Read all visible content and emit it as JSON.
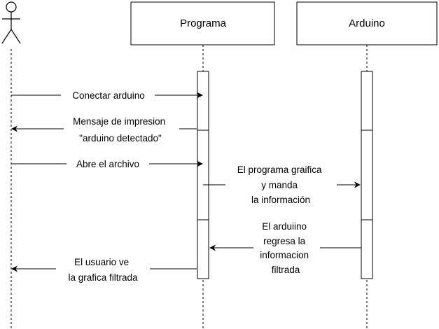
{
  "participants": {
    "programa": "Programa",
    "arduino": "Arduino"
  },
  "messages": {
    "m1": [
      "Conectar arduino"
    ],
    "m2": [
      "Mensaje de  impresion",
      "\"arduino detectado\""
    ],
    "m3": [
      "Abre el archivo"
    ],
    "m4": [
      "El programa graifica",
      "y manda",
      "la información"
    ],
    "m5": [
      "El arduiino",
      "regresa la",
      "informacion",
      "filtrada"
    ],
    "m6": [
      "El usuario ve",
      "la grafica filtrada"
    ]
  },
  "colors": {
    "stroke": "#000000",
    "background": "#ffffff"
  }
}
